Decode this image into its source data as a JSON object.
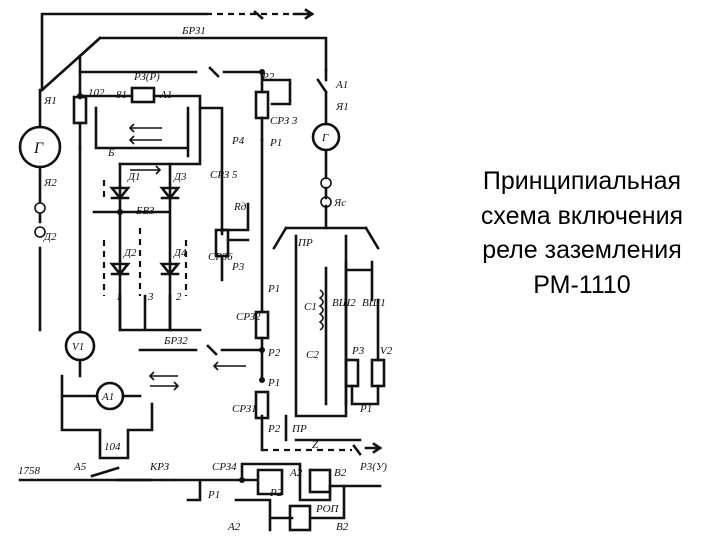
{
  "caption": {
    "line1": "Принципиальная",
    "line2": "схема включения",
    "line3": "реле заземления",
    "line4": "РМ-1110"
  },
  "diagram": {
    "labels": {
      "bpz1": "БРЗ1",
      "rz": "РЗ(Р)",
      "r2_top": "Р2",
      "a1_top": "А1",
      "ya1_right": "Я1",
      "ya1_left": "Я1",
      "n102": "102",
      "n81": "81",
      "a1_mid": "А1",
      "gen_left": "Г",
      "ya2": "Я2",
      "d2_left": "Д2",
      "srz3": "СРЗ 3",
      "r1_a": "Р1",
      "r4": "Р4",
      "srz5": "СРЗ 5",
      "b": "Б",
      "d1": "Д1",
      "d3": "Д3",
      "bvz": "БВЗ",
      "rd": "Rд",
      "yac": "Яс",
      "d2": "Д2",
      "d4": "Д4",
      "srz6": "СРЗ6",
      "pr": "ПР",
      "r3": "Р3",
      "t1": "1",
      "t3": "3",
      "t2": "2",
      "r1_b": "Р1",
      "srz2": "СРЗ2",
      "c1": "С1",
      "vsh2": "ВШ2",
      "vsh1": "ВШ1",
      "bpz2": "БРЗ2",
      "v1": "V1",
      "r2_mid": "Р2",
      "c2": "С2",
      "r3_b": "Р3",
      "v2": "V2",
      "r1_c": "Р1",
      "a1_meter": "А1",
      "srz1": "СРЗ1",
      "r1_d": "Р1",
      "r2_low": "Р2",
      "n104": "104",
      "pr2": "ПР",
      "n1758": "1758",
      "a5": "А5",
      "krz": "КРЗ",
      "srz4": "СРЗ4",
      "a2": "А2",
      "b2": "В2",
      "r3u": "Р3(У)",
      "r1_e": "Р1",
      "r2_e": "Р2",
      "rop": "РОП",
      "a2_b": "А2",
      "b2_b": "В2",
      "gen_right": "Г",
      "z_mark": "Z"
    }
  }
}
